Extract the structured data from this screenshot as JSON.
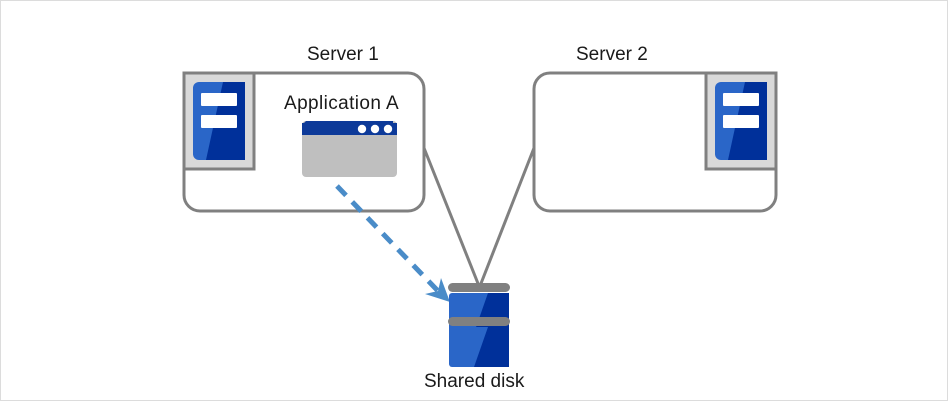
{
  "diagram": {
    "title_semantic": "two-server-shared-disk-cluster",
    "servers": [
      {
        "id": "server-1",
        "label": "Server 1",
        "icon": "server-icon",
        "contains_app": true,
        "app": {
          "label": "Application A",
          "icon": "application-window-icon",
          "titlebar_dots": 3
        }
      },
      {
        "id": "server-2",
        "label": "Server 2",
        "icon": "server-icon",
        "contains_app": false
      }
    ],
    "storage": {
      "id": "shared-disk",
      "label": "Shared disk",
      "icon": "disk-stack-icon",
      "platters": 2
    },
    "connections": [
      {
        "from": "server-1",
        "to": "shared-disk",
        "style": "solid",
        "name": "server1-disk-link"
      },
      {
        "from": "server-2",
        "to": "shared-disk",
        "style": "solid",
        "name": "server2-disk-link"
      },
      {
        "from": "application-a",
        "to": "shared-disk",
        "style": "dashed-arrow",
        "name": "app-access-arrow"
      }
    ]
  },
  "colors": {
    "box_border": "#808080",
    "connector": "#808080",
    "arrow": "#4a8cc8",
    "icon_blue_light": "#2a66c8",
    "icon_blue_dark": "#00309a",
    "icon_frame_fill": "#d9d9d9",
    "icon_frame_border": "#808080",
    "window_titlebar": "#0d3a99",
    "window_body": "#bfbfbf",
    "disk_bar": "#808080",
    "text": "#1a1a1a",
    "page_border": "#dcdcdc",
    "background": "#ffffff"
  }
}
